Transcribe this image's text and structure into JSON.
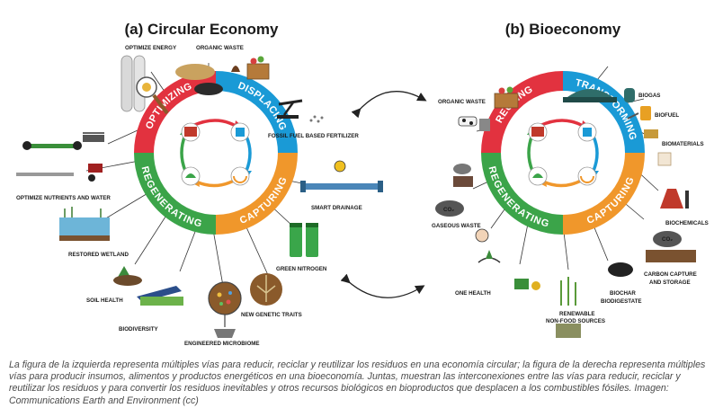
{
  "titles": {
    "left": "(a) Circular Economy",
    "right": "(b) Bioeconomy"
  },
  "ring_left": {
    "optimizing": "OPTIMIZING",
    "displacing": "DISPLACING",
    "capturing": "CAPTURING",
    "regenerating": "REGENERATING"
  },
  "ring_right": {
    "reusing": "REUSING",
    "transforming": "TRANSFORMING",
    "capturing": "CAPTURING",
    "regenerating": "REGENERATING"
  },
  "labels_left": {
    "optimize_energy": "OPTIMIZE ENERGY",
    "organic_waste": "ORGANIC WASTE",
    "fossil_fertilizer": "FOSSIL FUEL BASED FERTILIZER",
    "optimize_nutrients": "OPTIMIZE NUTRIENTS AND WATER",
    "smart_drainage": "SMART DRAINAGE",
    "restored_wetland": "RESTORED WETLAND",
    "green_nitrogen": "GREEN NITROGEN",
    "soil_health": "SOIL HEALTH",
    "new_genetic_traits": "NEW GENETIC TRAITS",
    "biodiversity": "BIODIVERSITY",
    "engineered_microbiome": "ENGINEERED MICROBIOME"
  },
  "labels_right": {
    "organic_waste": "ORGANIC WASTE",
    "biogas": "BIOGAS",
    "biofuel": "BIOFUEL",
    "biomaterials": "BIOMATERIALS",
    "gaseous_waste": "GASEOUS WASTE",
    "biochemicals": "BIOCHEMICALS",
    "carbon_capture_1": "CARBON CAPTURE",
    "carbon_capture_2": "AND STORAGE",
    "one_health": "ONE HEALTH",
    "biochar_1": "BIOCHAR",
    "biochar_2": "BIODIGESTATE",
    "renewable_1": "RENEWABLE",
    "renewable_2": "NON-FOOD SOURCES",
    "co2": "CO₂"
  },
  "caption": "La figura de la izquierda representa múltiples vías para reducir, reciclar y reutilizar los residuos en una economía circular; la figura de la derecha representa múltiples vías para producir insumos, alimentos y productos energéticos en una bioeconomía. Juntas, muestran las interconexiones entre las vías para reducir, reciclar y reutilizar los residuos y para convertir los residuos inevitables y otros recursos biológicos en bioproductos que desplacen a los combustibles fósiles. Imagen: Communications Earth and Environment (cc)",
  "colors": {
    "red": "#e2323f",
    "blue": "#1a9ad6",
    "orange": "#f0972b",
    "green": "#3ba449"
  }
}
